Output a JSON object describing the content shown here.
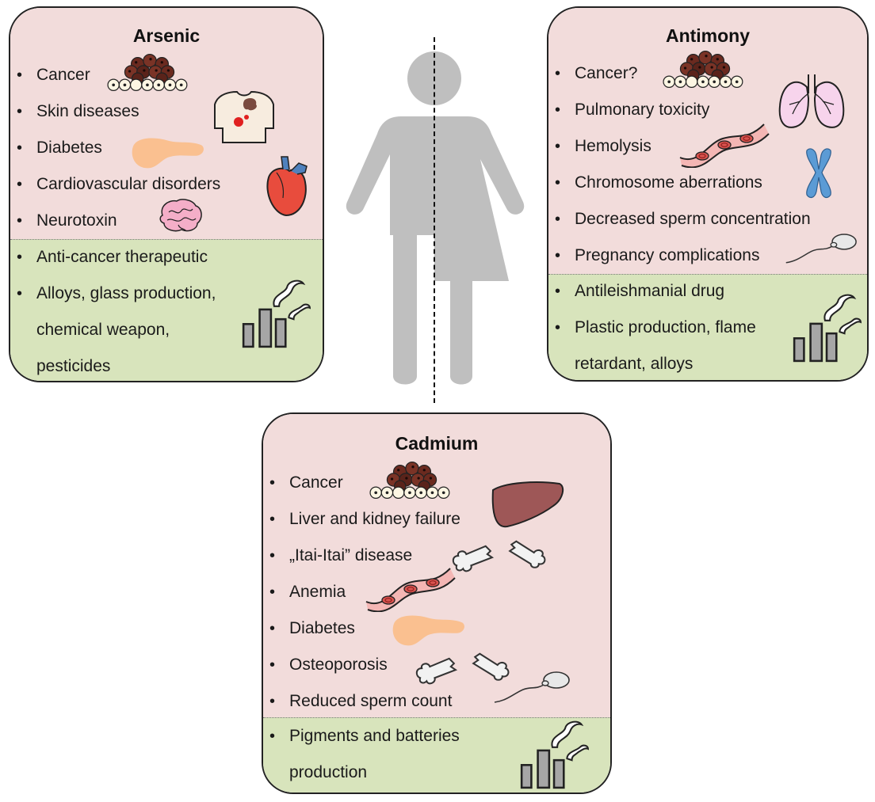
{
  "arsenic": {
    "title": "Arsenic",
    "effects": [
      "Cancer",
      "Skin diseases",
      "Diabetes",
      "Cardiovascular disorders",
      "Neurotoxin"
    ],
    "uses": [
      "Anti-cancer therapeutic",
      "Alloys, glass production, chemical weapon, pesticides"
    ]
  },
  "antimony": {
    "title": "Antimony",
    "effects": [
      "Cancer?",
      "Pulmonary toxicity",
      "Hemolysis",
      "Chromosome aberrations",
      "Decreased sperm concentration",
      "Pregnancy complications"
    ],
    "uses": [
      "Antileishmanial drug",
      "Plastic production, flame retardant, alloys"
    ]
  },
  "cadmium": {
    "title": "Cadmium",
    "effects": [
      "Cancer",
      "Liver and kidney failure",
      "„Itai-Itai” disease",
      "Anemia",
      "Diabetes",
      "Osteoporosis",
      "Reduced sperm count"
    ],
    "uses": [
      "Pigments and batteries production"
    ]
  },
  "colors": {
    "health_panel": "#f2dcdb",
    "use_panel": "#d8e4bc",
    "human_silhouette": "#bfbfbf",
    "tumor_cell": "#6b2a1f",
    "blood_vessel": "#f4b6b4",
    "pancreas": "#fac090",
    "liver": "#9e5757",
    "chromosome": "#5b9bd5",
    "lungs": "#f7d4ec"
  },
  "icons": [
    "tumor-cells-icon",
    "skin-lesion-torso-icon",
    "pancreas-icon",
    "heart-icon",
    "brain-icon",
    "lungs-icon",
    "blood-vessel-icon",
    "chromosome-icon",
    "sperm-icon",
    "liver-icon",
    "broken-bone-icon",
    "factory-icon",
    "human-silhouette-icon"
  ]
}
